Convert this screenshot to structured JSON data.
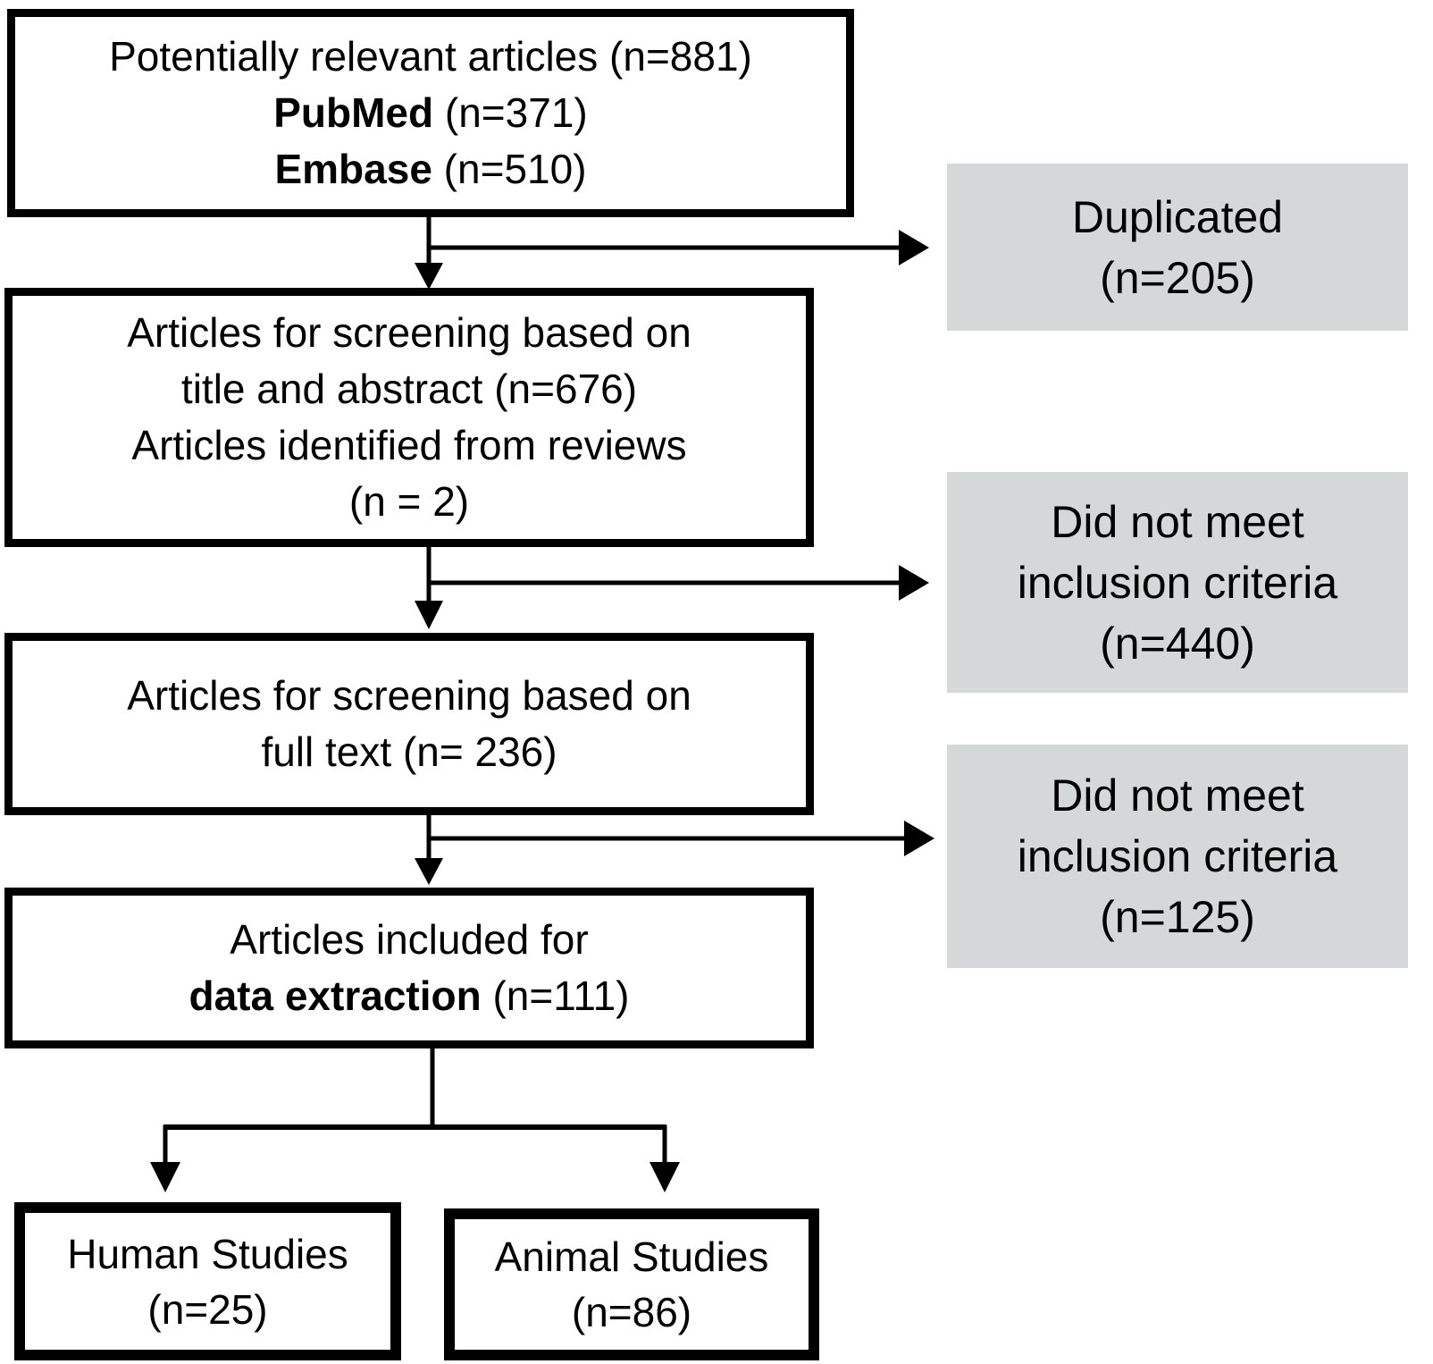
{
  "colors": {
    "background": "#ffffff",
    "box_border": "#000000",
    "box_fill": "#ffffff",
    "gray_fill": "#d5d8d9",
    "text": "#000000",
    "line": "#000000"
  },
  "boxes": {
    "identification": {
      "line1": "Potentially relevant articles (n=881)",
      "pubmed_name": "PubMed",
      "pubmed_count": " (n=371)",
      "embase_name": "Embase",
      "embase_count": " (n=510)"
    },
    "title_abstract_screening": {
      "line1": "Articles for screening based on",
      "line2": "title and abstract (n=676)",
      "line3": "Articles identified from reviews",
      "line4": "(n = 2)"
    },
    "full_text_screening": {
      "line1": "Articles for screening based on",
      "line2": "full text (n= 236)"
    },
    "data_extraction": {
      "line1": "Articles included for",
      "line2_bold": "data extraction",
      "line2_count": " (n=111)"
    },
    "human_studies": {
      "line1": "Human Studies",
      "line2": "(n=25)"
    },
    "animal_studies": {
      "line1": "Animal Studies",
      "line2": "(n=86)"
    }
  },
  "exclusion_boxes": {
    "duplicated": {
      "line1": "Duplicated",
      "line2": "(n=205)"
    },
    "excluded_title_abstract": {
      "line1": "Did not meet",
      "line2": "inclusion criteria",
      "line3": "(n=440)"
    },
    "excluded_full_text": {
      "line1": "Did not meet",
      "line2": "inclusion criteria",
      "line3": "(n=125)"
    }
  }
}
